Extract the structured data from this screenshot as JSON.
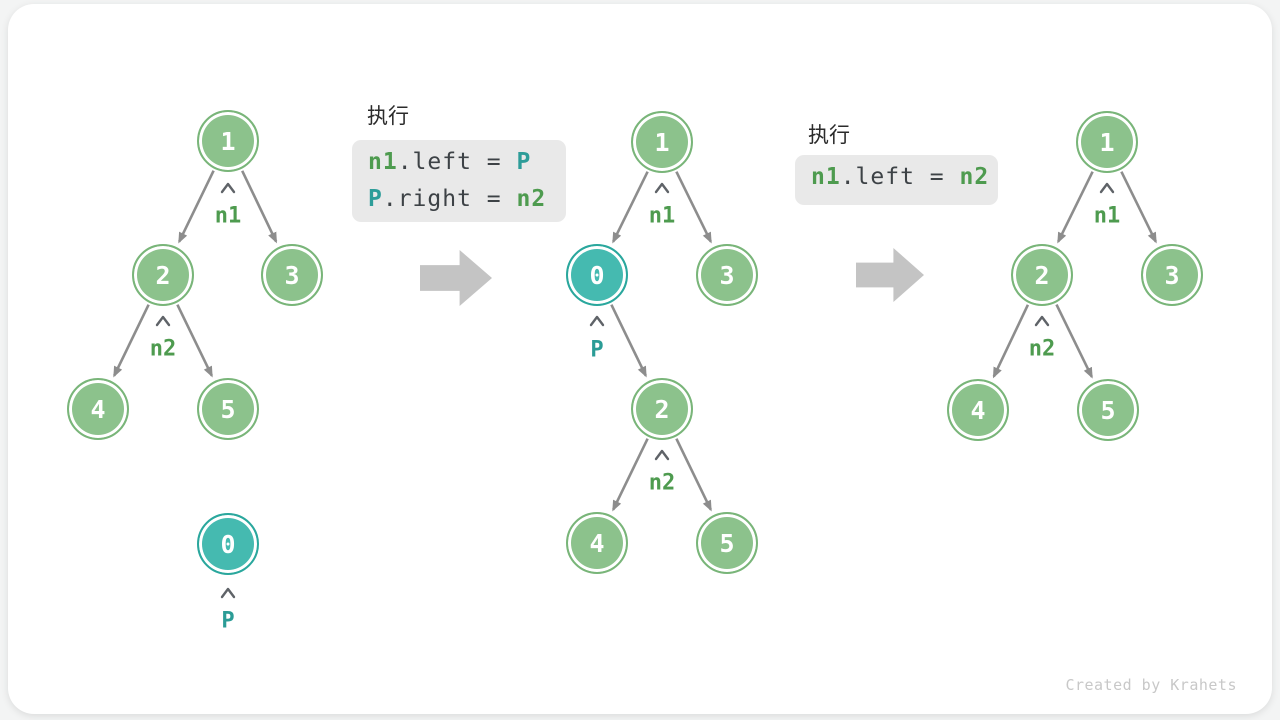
{
  "colors": {
    "node_green_fill": "#8cc28c",
    "node_green_ring": "#79b579",
    "node_teal_fill": "#45bab0",
    "node_teal_ring": "#2aa79d",
    "label_green": "#4e9b4f",
    "label_teal": "#2b9c96",
    "edge_gray": "#8d8d8d",
    "code_box_bg": "#e9e9e9",
    "code_text": "#3d4246",
    "big_arrow_gray": "#c4c4c4",
    "panel_bg": "#ffffff",
    "page_bg": "#f3f4f4"
  },
  "steps": [
    {
      "title": "执行",
      "code_lines": [
        {
          "tokens": [
            {
              "t": "n1"
            },
            {
              "t": ".left = "
            },
            {
              "t": "P"
            }
          ]
        },
        {
          "tokens": [
            {
              "t": "P"
            },
            {
              "t": ".right = "
            },
            {
              "t": "n2"
            }
          ]
        }
      ]
    },
    {
      "title": "执行",
      "code_lines": [
        {
          "tokens": [
            {
              "t": "n1"
            },
            {
              "t": ".left = "
            },
            {
              "t": "n2"
            }
          ]
        }
      ]
    }
  ],
  "trees": [
    {
      "name": "before-insertion",
      "nodes": [
        {
          "v": "1"
        },
        {
          "v": "2"
        },
        {
          "v": "3"
        },
        {
          "v": "4"
        },
        {
          "v": "5"
        },
        {
          "v": "0"
        }
      ],
      "labels": [
        {
          "t": "n1"
        },
        {
          "t": "n2"
        },
        {
          "t": "P"
        }
      ]
    },
    {
      "name": "after-insert-p",
      "nodes": [
        {
          "v": "1"
        },
        {
          "v": "0"
        },
        {
          "v": "3"
        },
        {
          "v": "2"
        },
        {
          "v": "4"
        },
        {
          "v": "5"
        }
      ],
      "labels": [
        {
          "t": "n1"
        },
        {
          "t": "P"
        },
        {
          "t": "n2"
        }
      ]
    },
    {
      "name": "after-remove-p",
      "nodes": [
        {
          "v": "1"
        },
        {
          "v": "2"
        },
        {
          "v": "3"
        },
        {
          "v": "4"
        },
        {
          "v": "5"
        }
      ],
      "labels": [
        {
          "t": "n1"
        },
        {
          "t": "n2"
        }
      ]
    }
  ],
  "footer": {
    "credit": "Created by Krahets"
  }
}
